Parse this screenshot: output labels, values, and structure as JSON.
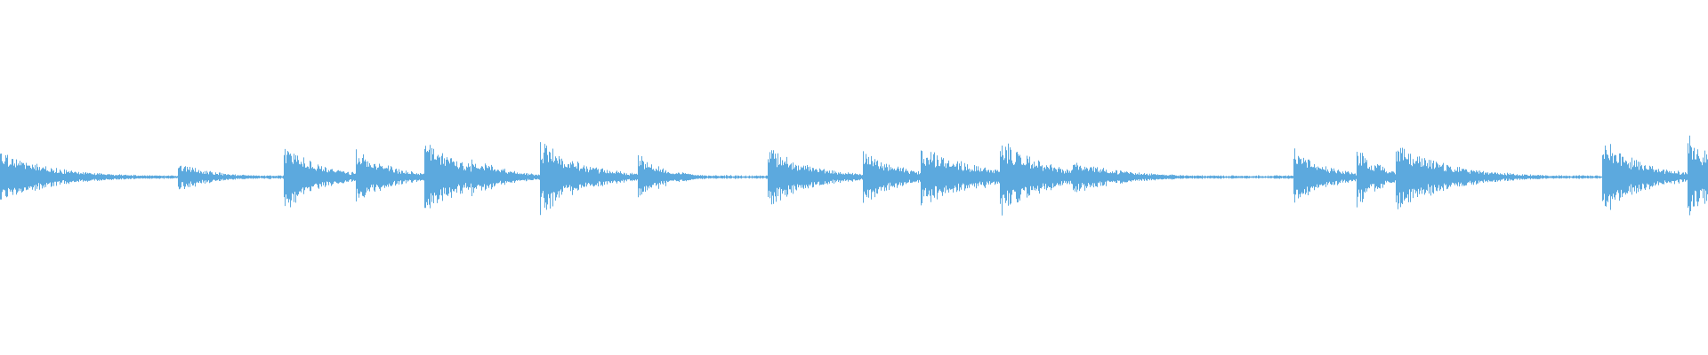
{
  "waveform": {
    "color": "#5ca9de",
    "background": "#ffffff",
    "description_type": "audio-waveform",
    "transients": [
      {
        "t": 0.0,
        "peak": 0.14,
        "decay": 0.03
      },
      {
        "t": 0.012,
        "peak": 0.06,
        "decay": 0.04
      },
      {
        "t": 0.104,
        "peak": 0.08,
        "decay": 0.02
      },
      {
        "t": 0.166,
        "peak": 0.2,
        "decay": 0.02
      },
      {
        "t": 0.208,
        "peak": 0.16,
        "decay": 0.02
      },
      {
        "t": 0.248,
        "peak": 0.2,
        "decay": 0.025
      },
      {
        "t": 0.276,
        "peak": 0.11,
        "decay": 0.02
      },
      {
        "t": 0.316,
        "peak": 0.2,
        "decay": 0.025
      },
      {
        "t": 0.373,
        "peak": 0.14,
        "decay": 0.015
      },
      {
        "t": 0.449,
        "peak": 0.18,
        "decay": 0.025
      },
      {
        "t": 0.468,
        "peak": 0.05,
        "decay": 0.008
      },
      {
        "t": 0.505,
        "peak": 0.16,
        "decay": 0.02
      },
      {
        "t": 0.539,
        "peak": 0.16,
        "decay": 0.035
      },
      {
        "t": 0.585,
        "peak": 0.22,
        "decay": 0.025
      },
      {
        "t": 0.628,
        "peak": 0.09,
        "decay": 0.03
      },
      {
        "t": 0.757,
        "peak": 0.15,
        "decay": 0.02
      },
      {
        "t": 0.794,
        "peak": 0.16,
        "decay": 0.015
      },
      {
        "t": 0.817,
        "peak": 0.19,
        "decay": 0.03
      },
      {
        "t": 0.938,
        "peak": 0.2,
        "decay": 0.025
      },
      {
        "t": 0.988,
        "peak": 0.23,
        "decay": 0.02
      }
    ],
    "noise_floor": 0.008
  }
}
